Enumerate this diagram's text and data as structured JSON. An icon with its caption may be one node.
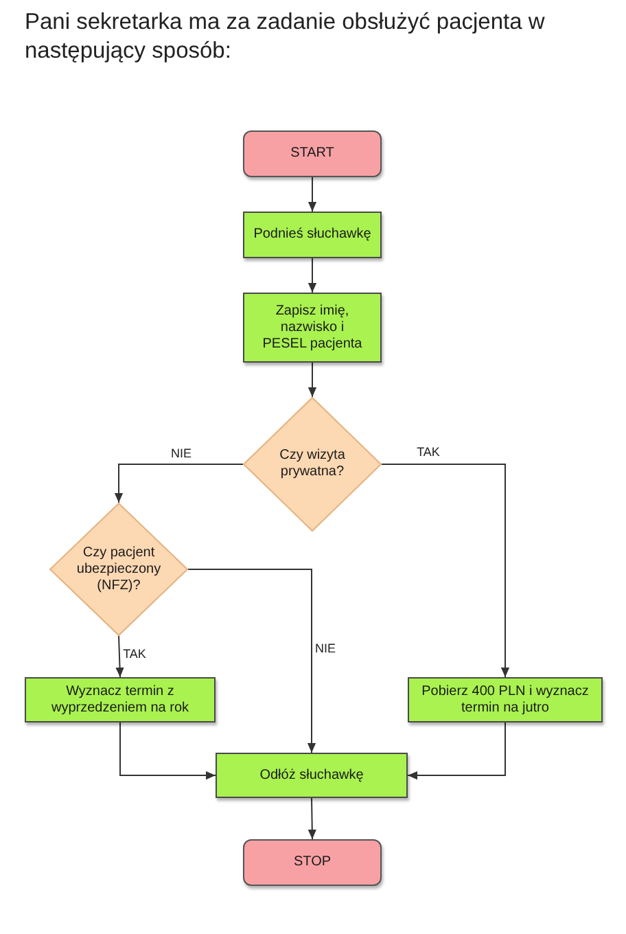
{
  "diagram": {
    "title": "Pani sekretarka ma za zadanie obsłużyć pacjenta w następujący sposób:",
    "nodes": [
      {
        "text": [
          "START"
        ]
      },
      {
        "text": [
          "Podnieś słuchawkę"
        ]
      },
      {
        "text": [
          "Zapisz imię, nazwisko i PESEL pacjenta"
        ]
      },
      {
        "text": [
          "Czy wizyta prywatna?"
        ]
      },
      {
        "text": [
          "Czy pacjent ubezpieczony (NFZ)?"
        ]
      },
      {
        "text": [
          "Wyznacz termin z wyprzedzeniem na rok"
        ]
      },
      {
        "text": [
          "Pobierz 400 PLN i wyznacz termin na jutro"
        ]
      },
      {
        "text": [
          "Odłóż słuchawkę"
        ]
      },
      {
        "text": [
          "STOP"
        ]
      }
    ],
    "edges": [
      {
        "from": 0,
        "to": 1,
        "arrow": "to"
      },
      {
        "from": 1,
        "to": 2,
        "arrow": "to"
      },
      {
        "from": 2,
        "to": 3,
        "arrow": "to"
      },
      {
        "from": 3,
        "to": 4,
        "arrow": "to",
        "label": "NIE"
      },
      {
        "from": 3,
        "to": 6,
        "arrow": "to",
        "label": "TAK"
      },
      {
        "from": 4,
        "to": 5,
        "arrow": "to",
        "label": "TAK"
      },
      {
        "from": 4,
        "to": 7,
        "arrow": "to",
        "label": "NIE"
      },
      {
        "from": 5,
        "to": 7,
        "arrow": "to"
      },
      {
        "from": 6,
        "to": 7,
        "arrow": "to"
      },
      {
        "from": 7,
        "to": 8,
        "arrow": "to"
      }
    ]
  }
}
